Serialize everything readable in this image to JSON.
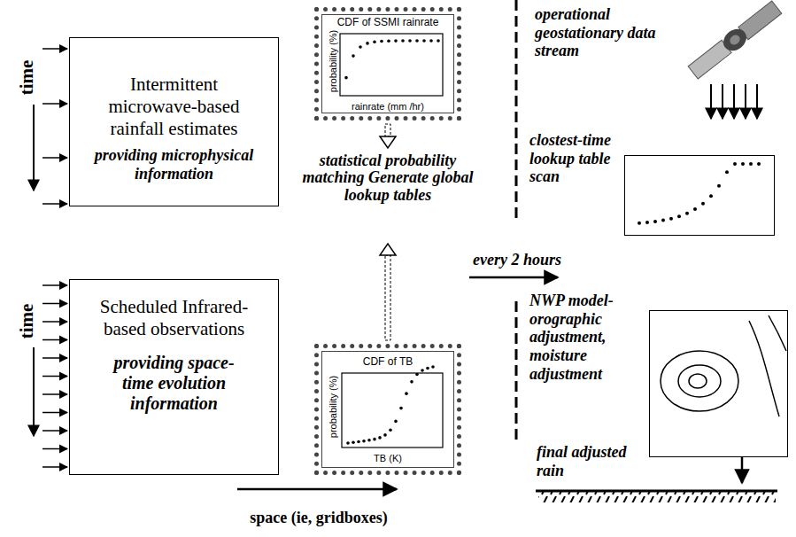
{
  "diagram": {
    "nodes": [
      {
        "text": [
          "Intermittent microwave-based rainfall estimates",
          "providing microphysical information"
        ]
      },
      {
        "text": [
          "CDF of SSMI rainrate",
          "probability (%)",
          "rainrate (mm /hr)"
        ]
      },
      {
        "text": [
          "statistical probability matching Generate global lookup tables"
        ]
      },
      {
        "text": [
          "Scheduled Infrared-based observations",
          "providing space-time evolution information"
        ]
      },
      {
        "text": [
          "CDF of TB",
          "probability (%)",
          "TB (K)"
        ]
      },
      {
        "text": [
          "clostest-time lookup table scan"
        ]
      },
      {
        "text": [
          "NWP model-orographic adjustment, moisture adjustment"
        ]
      }
    ],
    "edges": [
      {
        "from": 1,
        "to": 2,
        "arrow": "to"
      },
      {
        "from": 4,
        "to": 2,
        "arrow": "to"
      }
    ],
    "labels": [
      "time",
      "time",
      "space (ie, gridboxes)",
      "every 2 hours",
      "operational geostationary data stream",
      "final adjusted rain"
    ]
  }
}
